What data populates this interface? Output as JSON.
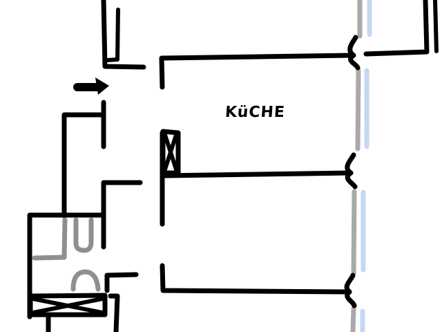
{
  "floor_plan": {
    "rooms": [
      {
        "id": "kitchen",
        "label": "KüCHE"
      }
    ],
    "colors": {
      "wall": "#000000",
      "fixture": "#8f8f8f",
      "window_outer": "#a9a9a9",
      "window_inner": "#c4d8f2",
      "background": "#ffffff"
    },
    "symbols": [
      "entrance-arrow",
      "shaft-crossed",
      "stair-crossed",
      "toilet",
      "sink",
      "window-segments",
      "wall-joints"
    ]
  }
}
